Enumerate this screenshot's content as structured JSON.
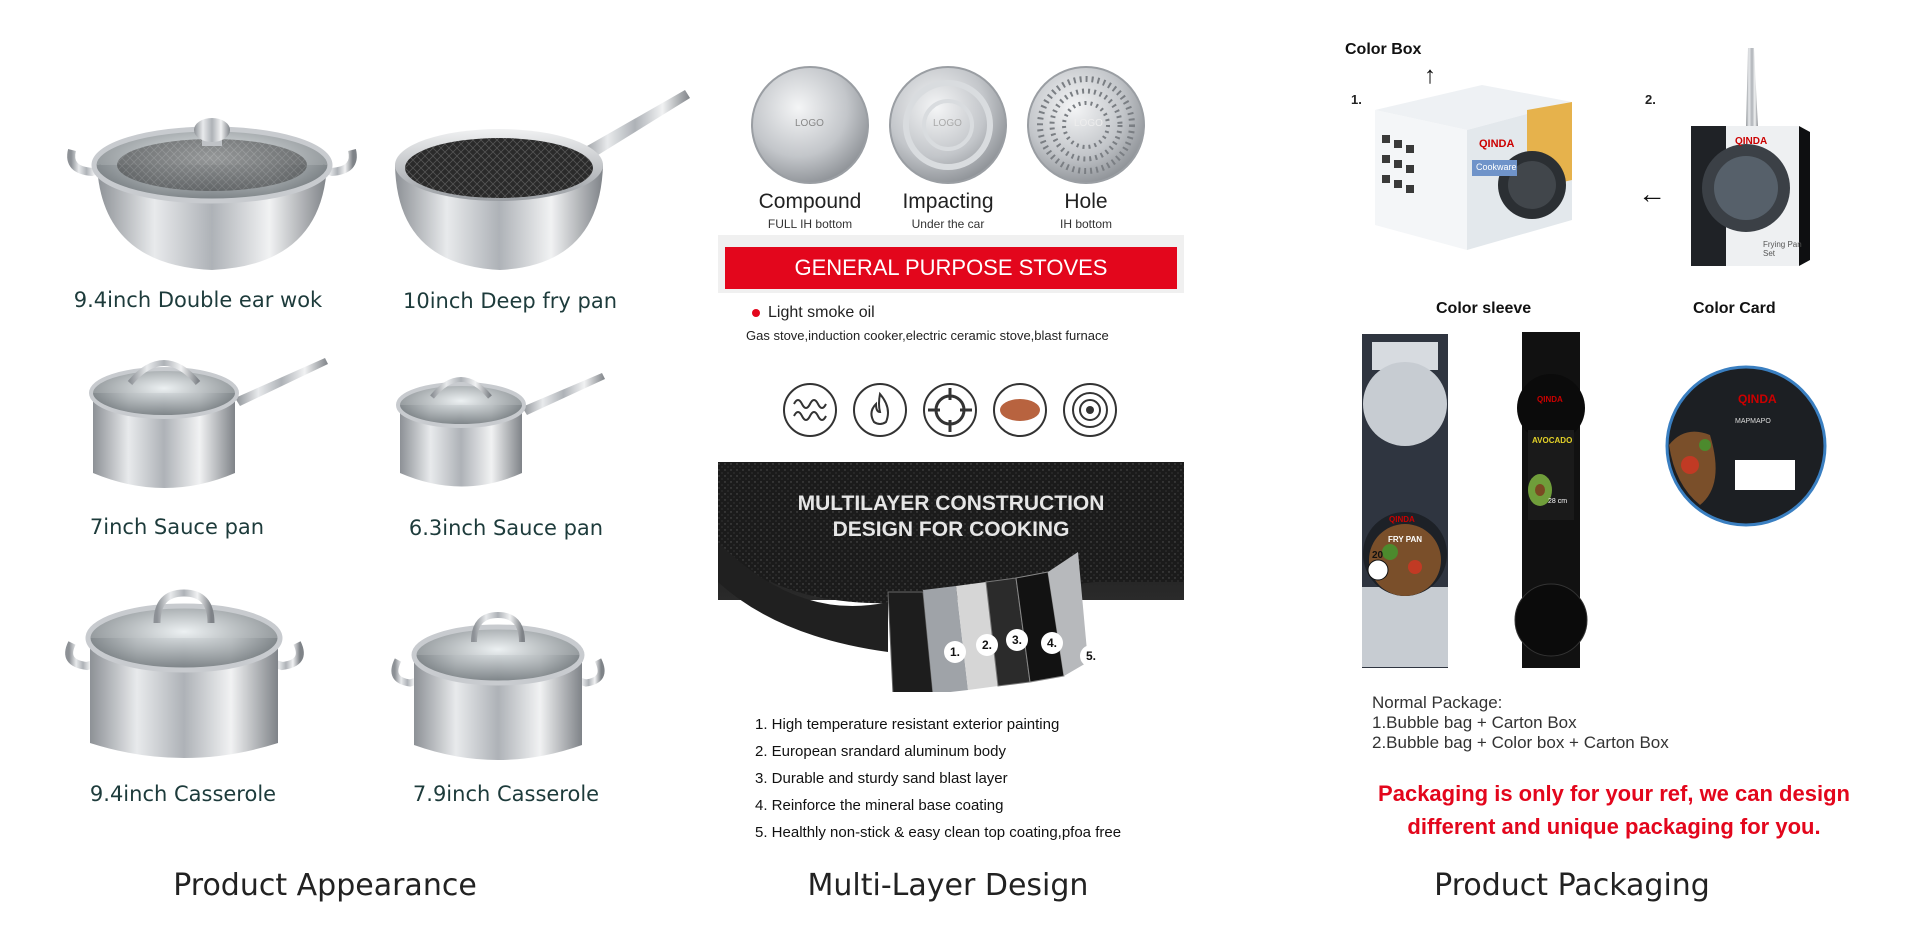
{
  "sections": {
    "appearance": "Product Appearance",
    "multilayer": "Multi-Layer Design",
    "packaging": "Product Packaging"
  },
  "products": [
    "9.4inch Double ear wok",
    "10inch Deep fry pan",
    "7inch Sauce pan",
    "6.3inch Sauce pan",
    "9.4inch Casserole",
    "7.9inch Casserole"
  ],
  "bottoms": [
    {
      "name": "Compound",
      "sub": "FULL IH bottom",
      "logo": "LOGO"
    },
    {
      "name": "Impacting",
      "sub": "Under the car",
      "logo": "LOGO"
    },
    {
      "name": "Hole",
      "sub": "IH bottom",
      "logo": "LOGO"
    }
  ],
  "banner": "GENERAL PURPOSE STOVES",
  "oil_note": "Light smoke oil",
  "stoves_note": "Gas stove,induction cooker,electric ceramic stove,blast furnace",
  "stove_icons": [
    "coil-stove-icon",
    "gas-flame-icon",
    "gas-burner-icon",
    "ceramic-plate-icon",
    "induction-icon"
  ],
  "construction": {
    "title_line1": "MULTILAYER CONSTRUCTION",
    "title_line2": "DESIGN FOR COOKING",
    "layer_marks": [
      "1.",
      "2.",
      "3.",
      "4.",
      "5."
    ]
  },
  "layers": [
    "1. High temperature resistant exterior painting",
    "2. European srandard aluminum body",
    "3. Durable and sturdy sand blast layer",
    "4. Reinforce the mineral base coating",
    "5. Healthly non-stick & easy clean top coating,pfoa free"
  ],
  "packaging": {
    "color_box": "Color Box",
    "num1": "1.",
    "num2": "2.",
    "color_sleeve": "Color sleeve",
    "color_card": "Color Card",
    "brand": "QINDA",
    "box_text": "Cookware",
    "box2_text": "Frying Pan Set",
    "sleeve1_text": "FRY PAN",
    "sleeve1_size": "20",
    "sleeve2_text": "AVOCADO",
    "sleeve2_size": "28 cm",
    "card_text": "ΜΑΡΜΑΡΟ",
    "normal_title": "Normal Package:",
    "normal_1": "1.Bubble bag + Carton Box",
    "normal_2": "2.Bubble bag + Color box + Carton Box",
    "note_line1": "Packaging is only for your ref, we can design",
    "note_line2": "different and unique packaging for you."
  },
  "colors": {
    "red": "#e3061c",
    "caption": "#1d3b3b",
    "steel": "#c9ccd0",
    "dark": "#1a1a1a"
  }
}
